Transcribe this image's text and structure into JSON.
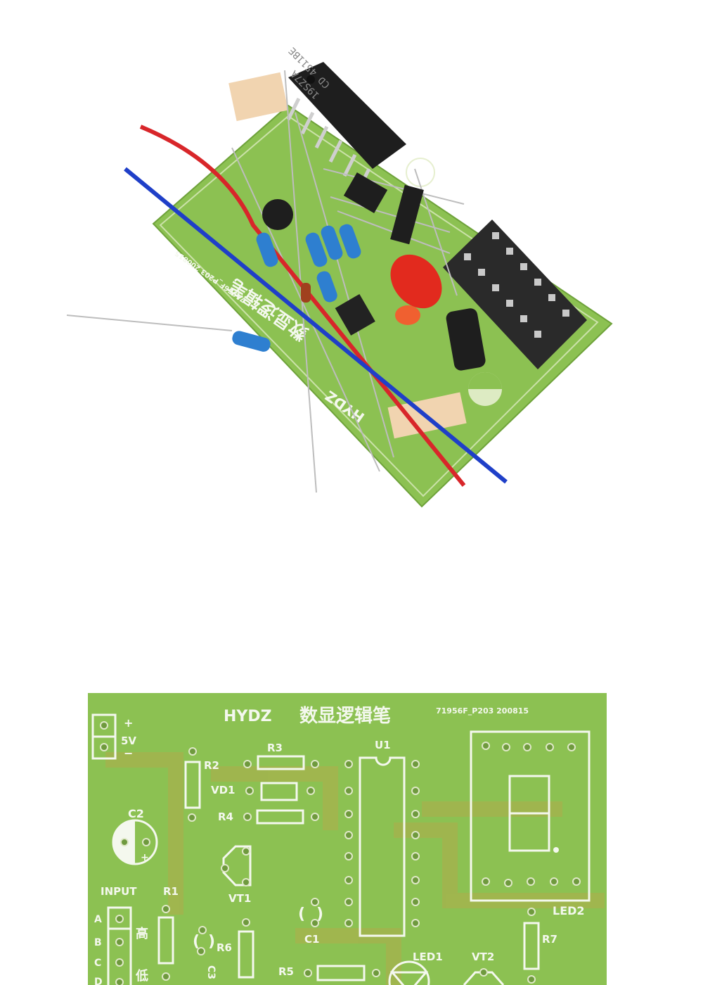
{
  "top_photo": {
    "description": "Unassembled digital logic pen PCB kit with loose components",
    "ic_marking_line1": "CD 4511BE",
    "ic_marking_line2": "19SZ7A",
    "board_text_rotated": "数显逻辑笔",
    "board_code_rotated": "71956F_P203 200815",
    "board_brand_rotated": "HYDZ",
    "labels": [
      "VD1",
      "R1",
      "R6",
      "C2",
      "INPUT",
      "LED1",
      "+"
    ]
  },
  "pcb": {
    "brand": "HYDZ",
    "title": "数显逻辑笔",
    "code": "71956F_P203 200815",
    "power": {
      "plus": "+",
      "voltage": "5V",
      "minus": "−"
    },
    "components": {
      "r1": "R1",
      "r2": "R2",
      "r3": "R3",
      "r4": "R4",
      "r5": "R5",
      "r6": "R6",
      "r7": "R7",
      "vd1": "VD1",
      "vt1": "VT1",
      "vt2": "VT2",
      "u1": "U1",
      "c1": "C1",
      "c2": "C2",
      "c3": "C3",
      "led1": "LED1",
      "led2": "LED2"
    },
    "input": {
      "label": "INPUT",
      "pins": [
        "A",
        "B",
        "C",
        "D"
      ],
      "high": "高",
      "low": "低"
    },
    "c2_plus": "+"
  },
  "colors": {
    "pcb_green": "#8cc152",
    "silkscreen": "#f4f8ee",
    "copper_tint": "#b8a84a",
    "ic_black": "#1e1e1e",
    "wire_red": "#d8262a",
    "wire_blue": "#1f3fc8",
    "resistor_blue": "#2e7fd0",
    "led_red": "#e22a1e"
  }
}
